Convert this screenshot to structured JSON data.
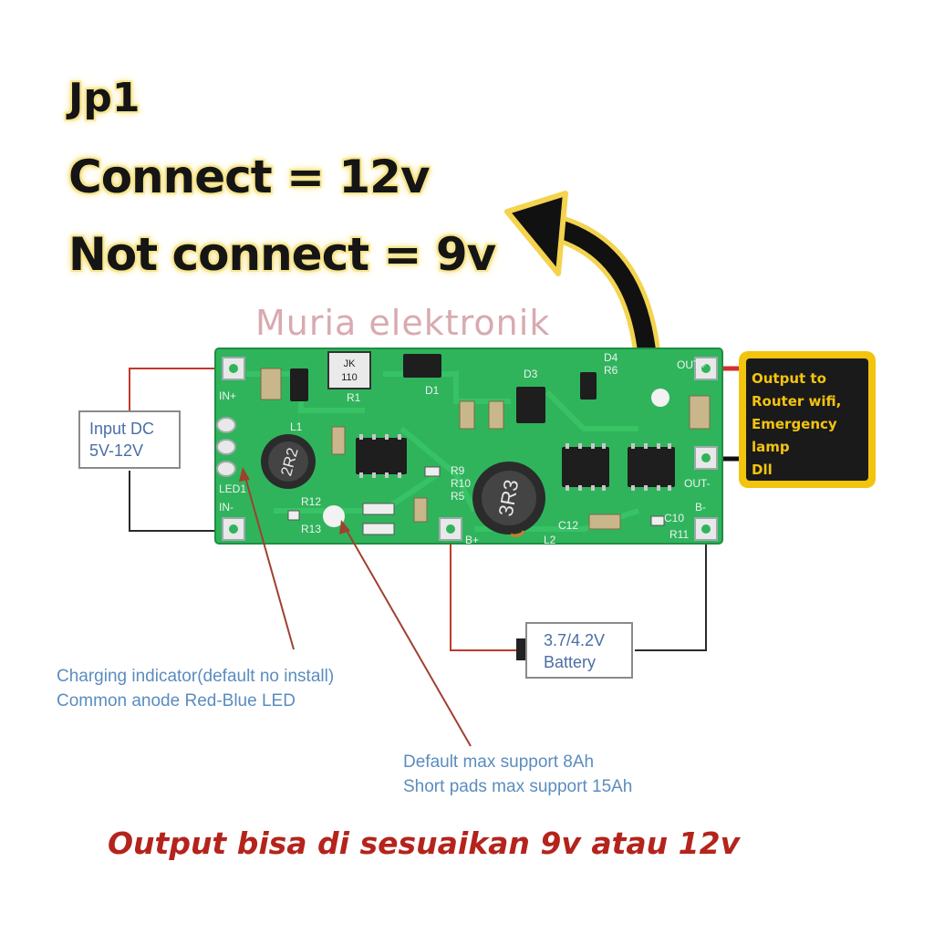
{
  "jumper": {
    "title": "Jp1",
    "connect_text": "Connect = 12v",
    "not_connect_text": "Not connect = 9v"
  },
  "watermark": "Muria elektronik",
  "input_box": {
    "line1": "Input DC",
    "line2": "5V-12V"
  },
  "battery_box": {
    "line1": "3.7/4.2V",
    "line2": "Battery"
  },
  "output_box": {
    "line1": "Output to",
    "line2": "Router wifi,",
    "line3": "Emergency",
    "line4": "lamp",
    "line5": "Dll"
  },
  "charging_note": {
    "line1": "Charging indicator(default no install)",
    "line2": "Common anode Red-Blue LED"
  },
  "default_note": {
    "line1": "Default max support 8Ah",
    "line2": "Short pads max support 15Ah"
  },
  "board": {
    "silk_in_plus": "IN+",
    "silk_in_minus": "IN-",
    "silk_led1": "LED1",
    "silk_out_plus": "OUT+",
    "silk_out_minus": "OUT-",
    "silk_b_plus": "B+",
    "silk_b_minus": "B-",
    "inductor1": "2R2",
    "inductor2": "3R3",
    "chip_jk": "JK",
    "chip_110": "110",
    "silk_l1": "L1",
    "silk_l2": "L2",
    "silk_r1": "R1",
    "silk_r12": "R12",
    "silk_r13": "R13",
    "silk_c12": "C12",
    "silk_c10": "C10",
    "silk_r11": "R11",
    "silk_d1": "D1",
    "silk_d3": "D3",
    "silk_d4": "D4",
    "silk_r6": "R6",
    "silk_r10": "R10",
    "silk_r9": "R9",
    "silk_r5": "R5"
  },
  "footer": "Output bisa di sesuaikan 9v atau 12v",
  "colors": {
    "pcb": "#2fb45c",
    "pcb_dark": "#1f8e44",
    "wire_red": "#c0392b",
    "wire_black": "#2a2a2a",
    "arrow_red": "#9b3a2a",
    "output_yellow": "#f3c40e",
    "note_blue": "#5b8cbf",
    "footer_red": "#b4241c"
  }
}
